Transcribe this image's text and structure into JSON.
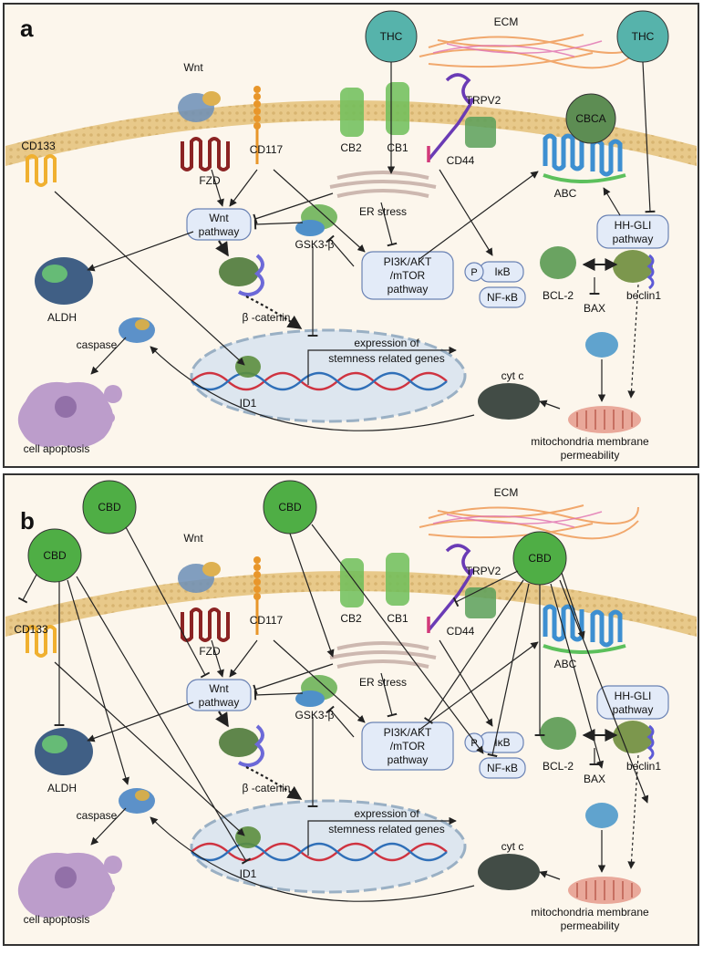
{
  "panels": [
    {
      "letter": "a",
      "labels": {
        "ecm": "ECM",
        "wnt": "Wnt",
        "fzd": "FZD",
        "cd117": "CD117",
        "cd133": "CD133",
        "cb2": "CB2",
        "cb1": "CB1",
        "trpv2": "TRPV2",
        "cd44": "CD44",
        "abc": "ABC",
        "er_stress": "ER stress",
        "gsk3b": "GSK3-β",
        "aldh": "ALDH",
        "bcatenin": "β -catenin",
        "caspase": "caspase",
        "expression_1": "expression of",
        "expression_2": "stemness related genes",
        "id1": "ID1",
        "cyt_c": "cyt c",
        "bcl2": "BCL-2",
        "bax": "BAX",
        "beclin1": "beclin1",
        "mito_1": "mitochondria membrane",
        "mito_2": "permeability",
        "apoptosis": "cell apoptosis"
      },
      "nodes": {
        "wnt_pathway_1": "Wnt",
        "wnt_pathway_2": "pathway",
        "pi3k_1": "PI3K/AKT",
        "pi3k_2": "/mTOR",
        "pi3k_3": "pathway",
        "hhgli_1": "HH-GLI",
        "hhgli_2": "pathway",
        "p": "P",
        "ikb": "IκB",
        "nfkb": "NF-κB"
      },
      "circles": {
        "thc_1": "THC",
        "thc_2": "THC",
        "cbca": "CBCA"
      }
    },
    {
      "letter": "b",
      "labels": {
        "ecm": "ECM",
        "wnt": "Wnt",
        "fzd": "FZD",
        "cd117": "CD117",
        "cd133": "CD133",
        "cb2": "CB2",
        "cb1": "CB1",
        "trpv2": "TRPV2",
        "cd44": "CD44",
        "abc": "ABC",
        "er_stress": "ER stress",
        "gsk3b": "GSK3-β",
        "aldh": "ALDH",
        "bcatenin": "β -catenin",
        "caspase": "caspase",
        "expression_1": "expression of",
        "expression_2": "stemness related genes",
        "id1": "ID1",
        "cyt_c": "cyt c",
        "bcl2": "BCL-2",
        "bax": "BAX",
        "beclin1": "beclin1",
        "mito_1": "mitochondria membrane",
        "mito_2": "permeability",
        "apoptosis": "cell apoptosis"
      },
      "nodes": {
        "wnt_pathway_1": "Wnt",
        "wnt_pathway_2": "pathway",
        "pi3k_1": "PI3K/AKT",
        "pi3k_2": "/mTOR",
        "pi3k_3": "pathway",
        "hhgli_1": "HH-GLI",
        "hhgli_2": "pathway",
        "p": "P",
        "ikb": "IκB",
        "nfkb": "NF-κB"
      },
      "circles": {
        "cbd_1": "CBD",
        "cbd_2": "CBD",
        "cbd_3": "CBD",
        "cbd_4": "CBD"
      }
    }
  ],
  "colors": {
    "cell_bg": "#fcf6ec",
    "membrane": "#e8c98a",
    "membrane_dot": "#c9a35a",
    "thc": "#56b3ab",
    "cbca": "#5d8d53",
    "cbd": "#4fae45",
    "node_fill": "#e3ebf8",
    "node_stroke": "#6a82b4",
    "nucleus": "#dde6ef",
    "mito": "#e9a89a",
    "apoptosis": "#b694c8",
    "fzd": "#8b2323",
    "cd117": "#e8962a",
    "cd133": "#f0b030",
    "abc": "#3d8fd1",
    "cb": "#6fbf5a",
    "cd44": "#6a3bb5",
    "ecm": "#f0a060"
  }
}
